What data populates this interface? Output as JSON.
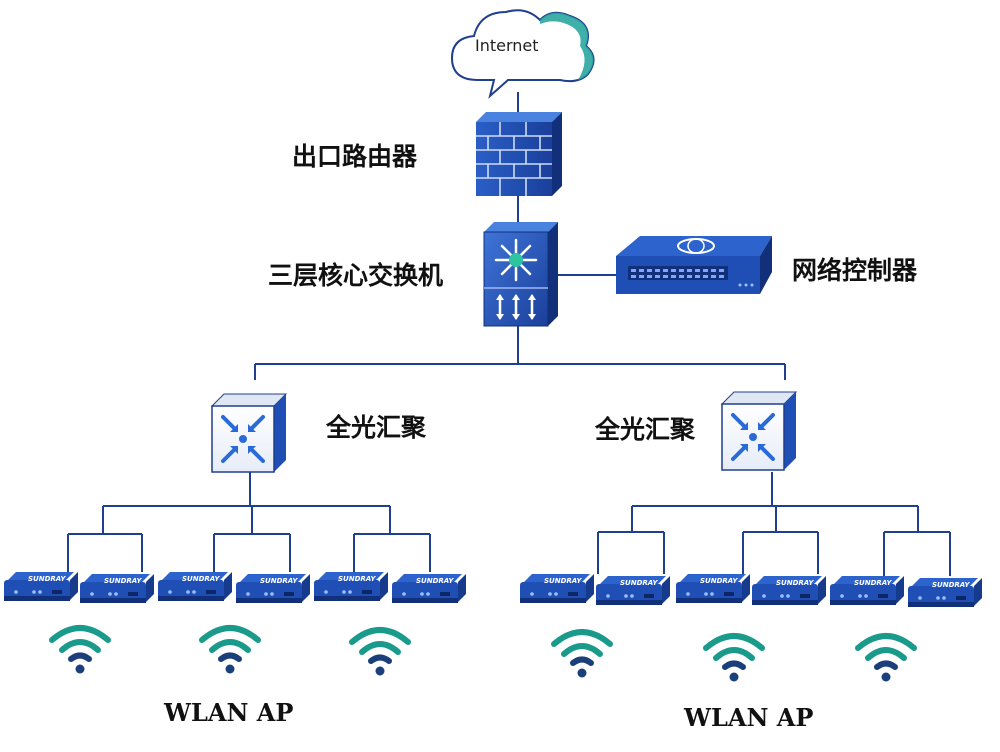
{
  "labels": {
    "internet": "Internet",
    "router": "出口路由器",
    "core_switch": "三层核心交换机",
    "controller": "网络控制器",
    "agg_left": "全光汇聚",
    "agg_right": "全光汇聚",
    "ap_left": "WLAN AP",
    "ap_right": "WLAN AP"
  },
  "ap_brand": "SUNDRAY",
  "colors": {
    "device_blue": "#1f4fb4",
    "device_dark": "#12307a",
    "wifi_teal": "#1a9a8a",
    "wifi_navy": "#1a3f7a",
    "line": "#1f3f8f"
  },
  "icons": [
    "cloud-icon",
    "firewall-icon",
    "core-switch-icon",
    "controller-icon",
    "aggregation-switch-icon",
    "access-point-icon",
    "wifi-icon"
  ]
}
